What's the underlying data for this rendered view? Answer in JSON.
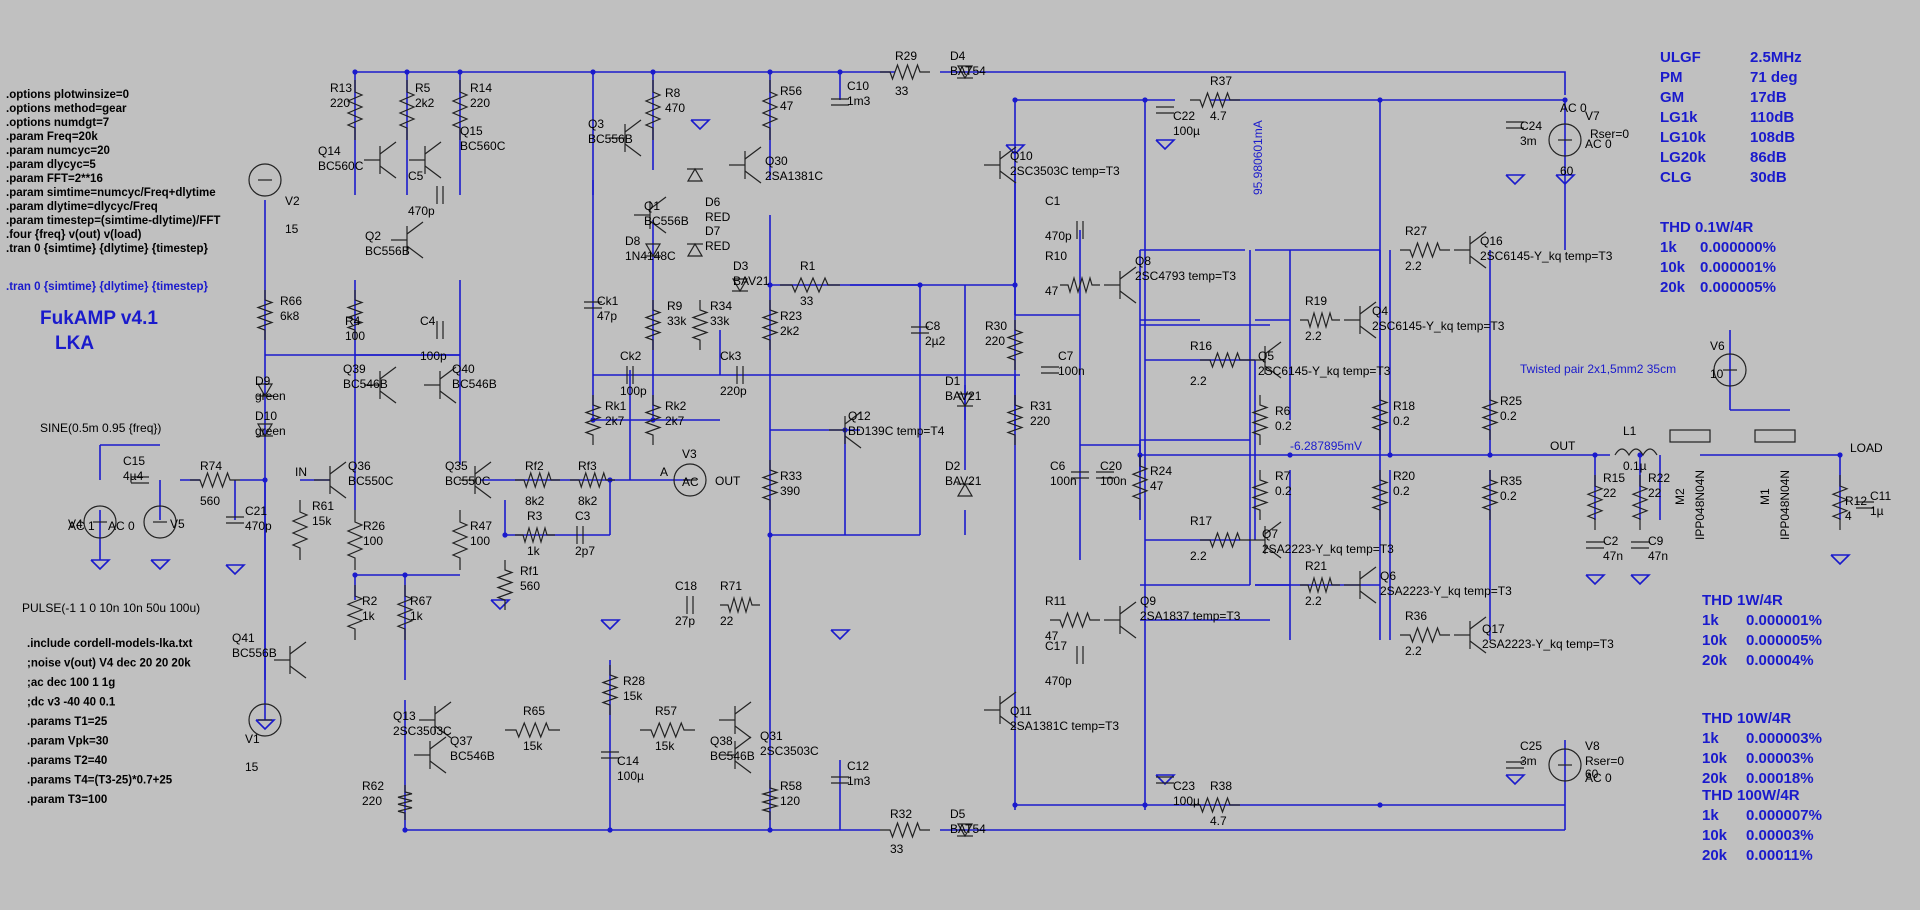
{
  "directives": [
    ".options plotwinsize=0",
    ".options method=gear",
    ".options numdgt=7",
    ".param Freq=20k",
    ".param numcyc=20",
    ".param dlycyc=5",
    ".param FFT=2**16",
    ".param simtime=numcyc/Freq+dlytime",
    ".param dlytime=dlycyc/Freq",
    ".param timestep=(simtime-dlytime)/FFT",
    ".four {freq} v(out) v(load)",
    ".tran 0 {simtime} {dlytime} {timestep}"
  ],
  "tran_active": ".tran 0 {simtime} {dlytime} {timestep}",
  "title_line1": "FukAMP v4.1",
  "title_line2": "LKA",
  "sine_source": "SINE(0.5m 0.95 {freq})",
  "pulse_source": "PULSE(-1 1 0 10n 10n 50u 100u)",
  "lower_directives": [
    ".include cordell-models-lka.txt",
    ";noise v(out) V4 dec 20 20 20k",
    ";ac dec 100 1 1g",
    ";dc v3 -40 40 0.1",
    ".params T1=25",
    ".param Vpk=30",
    ".params T2=40",
    ".params T4=(T3-25)*0.7+25",
    ".param T3=100"
  ],
  "loop_results": [
    {
      "name": "ULGF",
      "value": "2.5MHz"
    },
    {
      "name": "PM",
      "value": "71 deg"
    },
    {
      "name": "GM",
      "value": "17dB"
    },
    {
      "name": "LG1k",
      "value": "110dB"
    },
    {
      "name": "LG10k",
      "value": "108dB"
    },
    {
      "name": "LG20k",
      "value": "86dB"
    },
    {
      "name": "CLG",
      "value": "30dB"
    }
  ],
  "thd_tables": [
    {
      "title": "THD 0.1W/4R",
      "rows": [
        {
          "f": "1k",
          "v": "0.000000%"
        },
        {
          "f": "10k",
          "v": "0.000001%"
        },
        {
          "f": "20k",
          "v": "0.000005%"
        }
      ]
    },
    {
      "title": "THD 1W/4R",
      "rows": [
        {
          "f": "1k",
          "v": "0.000001%"
        },
        {
          "f": "10k",
          "v": "0.000005%"
        },
        {
          "f": "20k",
          "v": "0.00004%"
        }
      ]
    },
    {
      "title": "THD 10W/4R",
      "rows": [
        {
          "f": "1k",
          "v": "0.000003%"
        },
        {
          "f": "10k",
          "v": "0.00003%"
        },
        {
          "f": "20k",
          "v": "0.00018%"
        }
      ]
    },
    {
      "title": "THD 100W/4R",
      "rows": [
        {
          "f": "1k",
          "v": "0.000007%"
        },
        {
          "f": "10k",
          "v": "0.00003%"
        },
        {
          "f": "20k",
          "v": "0.00011%"
        }
      ]
    }
  ],
  "probe_current": "95.98060 1mA",
  "probe_current_text": "95.980601mA",
  "probe_voltage": "-6.287895mV",
  "twisted_pair": "Twisted pair 2x1,5mm2 35cm",
  "net_labels": {
    "in": "IN",
    "out": "OUT",
    "load": "LOAD",
    "a": "A",
    "out_v3": "OUT"
  },
  "colors": {
    "background": "#c0c0c0",
    "wire": "#1a1acc",
    "component": "#222222",
    "text": "#000000"
  },
  "components": [
    {
      "ref": "R13",
      "val": "220"
    },
    {
      "ref": "R5",
      "val": "2k2"
    },
    {
      "ref": "R14",
      "val": "220"
    },
    {
      "ref": "Q14",
      "val": "BC560C"
    },
    {
      "ref": "Q15",
      "val": "BC560C"
    },
    {
      "ref": "C5",
      "val": "470p"
    },
    {
      "ref": "Q2",
      "val": "BC556B"
    },
    {
      "ref": "R4",
      "val": "100"
    },
    {
      "ref": "C4",
      "val": "100p"
    },
    {
      "ref": "Q39",
      "val": "BC546B"
    },
    {
      "ref": "Q40",
      "val": "BC546B"
    },
    {
      "ref": "Q36",
      "val": "BC550C"
    },
    {
      "ref": "Q35",
      "val": "BC550C"
    },
    {
      "ref": "R61",
      "val": "15k"
    },
    {
      "ref": "R26",
      "val": "100"
    },
    {
      "ref": "R47",
      "val": "100"
    },
    {
      "ref": "R2",
      "val": "1k"
    },
    {
      "ref": "R67",
      "val": "1k"
    },
    {
      "ref": "Q41",
      "val": "BC556B"
    },
    {
      "ref": "V1",
      "val": "15"
    },
    {
      "ref": "V2",
      "val": "15"
    },
    {
      "ref": "R66",
      "val": "6k8"
    },
    {
      "ref": "D9",
      "val": "green"
    },
    {
      "ref": "D10",
      "val": "green"
    },
    {
      "ref": "V4",
      "val": "AC 1"
    },
    {
      "ref": "V5",
      "val": "AC 0"
    },
    {
      "ref": "C15",
      "val": "4µ4"
    },
    {
      "ref": "R74",
      "val": "560"
    },
    {
      "ref": "C21",
      "val": "470p"
    },
    {
      "ref": "Rf2",
      "val": "8k2"
    },
    {
      "ref": "Rf3",
      "val": "8k2"
    },
    {
      "ref": "R3",
      "val": "1k"
    },
    {
      "ref": "C3",
      "val": "2p7"
    },
    {
      "ref": "Rf1",
      "val": "560"
    },
    {
      "ref": "V3",
      "val": "AC"
    },
    {
      "ref": "Q3",
      "val": "BC556B"
    },
    {
      "ref": "R8",
      "val": "470"
    },
    {
      "ref": "Q1",
      "val": "BC556B"
    },
    {
      "ref": "D8",
      "val": "1N4148C"
    },
    {
      "ref": "D6",
      "val": "RED"
    },
    {
      "ref": "D7",
      "val": "RED"
    },
    {
      "ref": "R56",
      "val": "47"
    },
    {
      "ref": "Q30",
      "val": "2SA1381C"
    },
    {
      "ref": "C10",
      "val": "1m3"
    },
    {
      "ref": "R29",
      "val": "33"
    },
    {
      "ref": "D4",
      "val": "BAT54"
    },
    {
      "ref": "Ck1",
      "val": "47p"
    },
    {
      "ref": "R9",
      "val": "33k"
    },
    {
      "ref": "R34",
      "val": "33k"
    },
    {
      "ref": "D3",
      "val": "BAV21"
    },
    {
      "ref": "R1",
      "val": "33"
    },
    {
      "ref": "R23",
      "val": "2k2"
    },
    {
      "ref": "C8",
      "val": "2µ2"
    },
    {
      "ref": "Ck2",
      "val": "100p"
    },
    {
      "ref": "Ck3",
      "val": "220p"
    },
    {
      "ref": "Rk1",
      "val": "2k7"
    },
    {
      "ref": "Rk2",
      "val": "2k7"
    },
    {
      "ref": "Q12",
      "val": "BD139C temp=T4"
    },
    {
      "ref": "R33",
      "val": "390"
    },
    {
      "ref": "C18",
      "val": "27p"
    },
    {
      "ref": "R71",
      "val": "22"
    },
    {
      "ref": "R28",
      "val": "15k"
    },
    {
      "ref": "C14",
      "val": "100µ"
    },
    {
      "ref": "R65",
      "val": "15k"
    },
    {
      "ref": "R57",
      "val": "15k"
    },
    {
      "ref": "Q13",
      "val": "2SC3503C"
    },
    {
      "ref": "Q37",
      "val": "BC546B"
    },
    {
      "ref": "R62",
      "val": "220"
    },
    {
      "ref": "Q38",
      "val": "BC546B"
    },
    {
      "ref": "Q31",
      "val": "2SC3503C"
    },
    {
      "ref": "R58",
      "val": "120"
    },
    {
      "ref": "C12",
      "val": "1m3"
    },
    {
      "ref": "R32",
      "val": "33"
    },
    {
      "ref": "D5",
      "val": "BAT54"
    },
    {
      "ref": "Q10",
      "val": "2SC3503C temp=T3"
    },
    {
      "ref": "C1",
      "val": "470p"
    },
    {
      "ref": "R10",
      "val": "47"
    },
    {
      "ref": "Q8",
      "val": "2SC4793 temp=T3"
    },
    {
      "ref": "R30",
      "val": "220"
    },
    {
      "ref": "C7",
      "val": "100n"
    },
    {
      "ref": "R31",
      "val": "220"
    },
    {
      "ref": "D1",
      "val": "BAV21"
    },
    {
      "ref": "D2",
      "val": "BAV21"
    },
    {
      "ref": "C6",
      "val": "100n"
    },
    {
      "ref": "C20",
      "val": "100n"
    },
    {
      "ref": "R24",
      "val": "47"
    },
    {
      "ref": "R11",
      "val": "47"
    },
    {
      "ref": "C17",
      "val": "470p"
    },
    {
      "ref": "Q9",
      "val": "2SA1837 temp=T3"
    },
    {
      "ref": "Q11",
      "val": "2SA1381C temp=T3"
    },
    {
      "ref": "R37",
      "val": "4.7"
    },
    {
      "ref": "C22",
      "val": "100µ"
    },
    {
      "ref": "R38",
      "val": "4.7"
    },
    {
      "ref": "C23",
      "val": "100µ"
    },
    {
      "ref": "R16",
      "val": "2.2"
    },
    {
      "ref": "Q5",
      "val": "2SC6145-Y_kq temp=T3"
    },
    {
      "ref": "R19",
      "val": "2.2"
    },
    {
      "ref": "Q4",
      "val": "2SC6145-Y_kq temp=T3"
    },
    {
      "ref": "R27",
      "val": "2.2"
    },
    {
      "ref": "Q16",
      "val": "2SC6145-Y_kq temp=T3"
    },
    {
      "ref": "R6",
      "val": "0.2"
    },
    {
      "ref": "R18",
      "val": "0.2"
    },
    {
      "ref": "R25",
      "val": "0.2"
    },
    {
      "ref": "R7",
      "val": "0.2"
    },
    {
      "ref": "R20",
      "val": "0.2"
    },
    {
      "ref": "R35",
      "val": "0.2"
    },
    {
      "ref": "R17",
      "val": "2.2"
    },
    {
      "ref": "Q7",
      "val": "2SA2223-Y_kq temp=T3"
    },
    {
      "ref": "R21",
      "val": "2.2"
    },
    {
      "ref": "Q6",
      "val": "2SA2223-Y_kq temp=T3"
    },
    {
      "ref": "R36",
      "val": "2.2"
    },
    {
      "ref": "Q17",
      "val": "2SA2223-Y_kq temp=T3"
    },
    {
      "ref": "C24",
      "val": "3m"
    },
    {
      "ref": "V7",
      "val": "AC 0"
    },
    {
      "ref": "C25",
      "val": "3m"
    },
    {
      "ref": "V8",
      "val": "60"
    },
    {
      "ref": "L1",
      "val": "0.1µ"
    },
    {
      "ref": "R15",
      "val": "22"
    },
    {
      "ref": "C2",
      "val": "47n"
    },
    {
      "ref": "R22",
      "val": "22"
    },
    {
      "ref": "C9",
      "val": "47n"
    },
    {
      "ref": "V6",
      "val": "10"
    },
    {
      "ref": "M2",
      "val": "IPP048N04N"
    },
    {
      "ref": "M1",
      "val": "IPP048N04N"
    },
    {
      "ref": "R12",
      "val": "4"
    },
    {
      "ref": "C11",
      "val": "1µ"
    }
  ],
  "extra_labels": {
    "v7_rser": "Rser=0",
    "v7_dc": "60",
    "v8_rser": "Rser=0",
    "v8_ac": "AC 0"
  }
}
